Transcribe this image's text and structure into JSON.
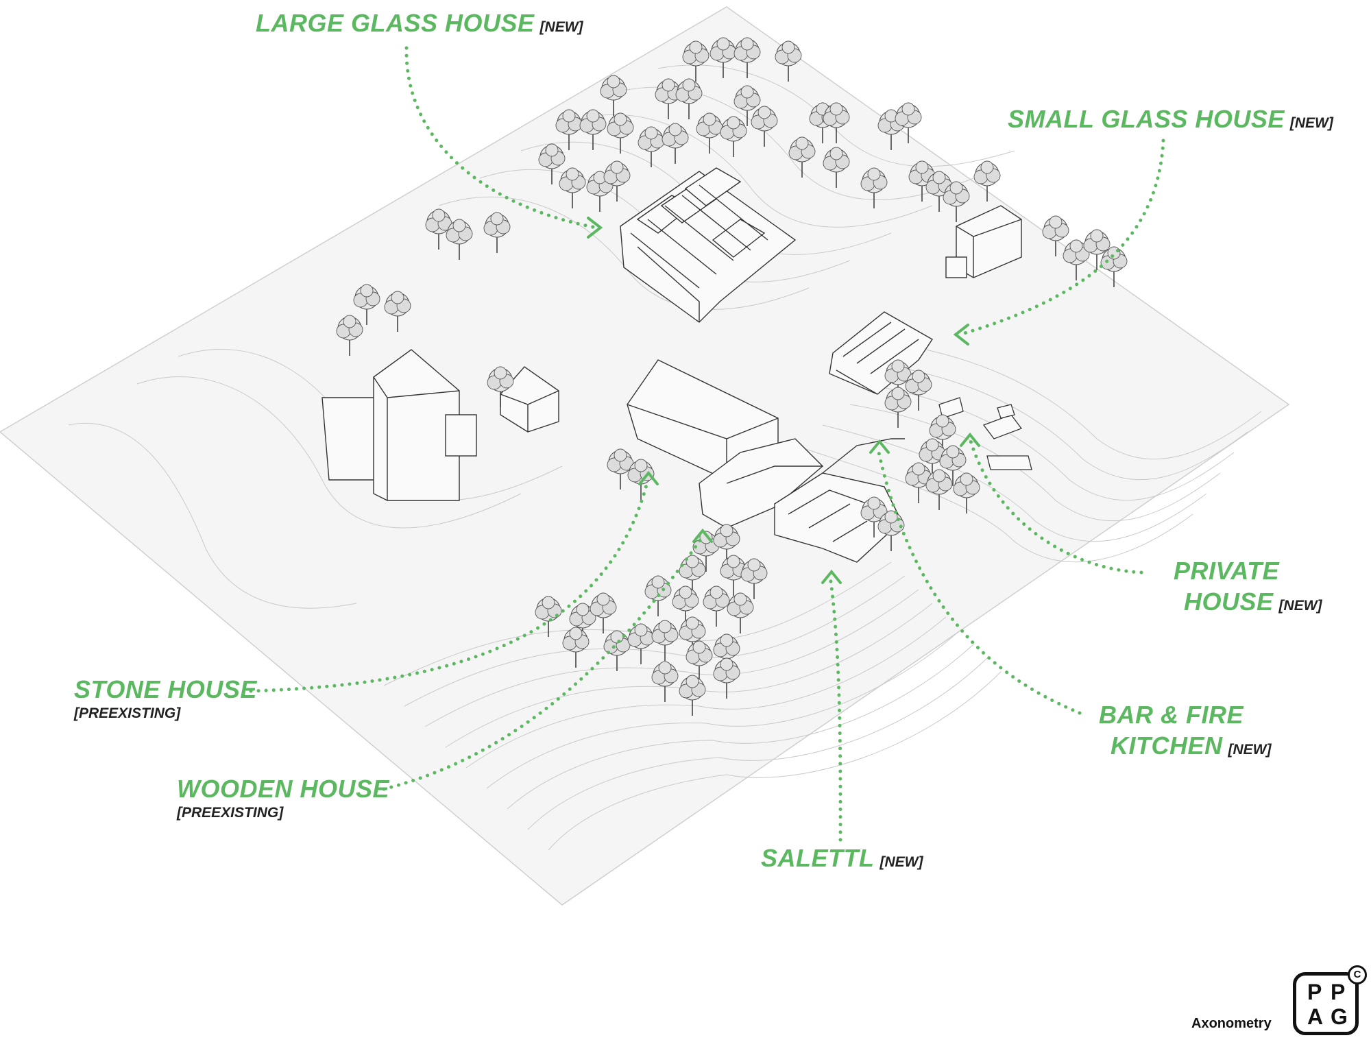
{
  "labels": {
    "large_glass_house": {
      "name": "LARGE GLASS HOUSE",
      "tag": "[NEW]"
    },
    "small_glass_house": {
      "name": "SMALL GLASS HOUSE",
      "tag": "[NEW]"
    },
    "private_house": {
      "line1": "PRIVATE",
      "line2": "HOUSE",
      "tag": "[NEW]"
    },
    "bar_fire_kitchen": {
      "line1": "BAR & FIRE",
      "line2": "KITCHEN",
      "tag": "[NEW]"
    },
    "salettl": {
      "name": "SALETTL",
      "tag": "[NEW]"
    },
    "stone_house": {
      "name": "STONE HOUSE",
      "tag": "[PREEXISTING]"
    },
    "wooden_house": {
      "name": "WOODEN HOUSE",
      "tag": "[PREEXISTING]"
    }
  },
  "caption": "Axonometry",
  "logo": {
    "letters": [
      "P",
      "P",
      "A",
      "G"
    ],
    "mark": "C"
  },
  "colors": {
    "label": "#5cb860",
    "leader": "#5cb860",
    "line": "#555555",
    "tree": "#666666"
  }
}
